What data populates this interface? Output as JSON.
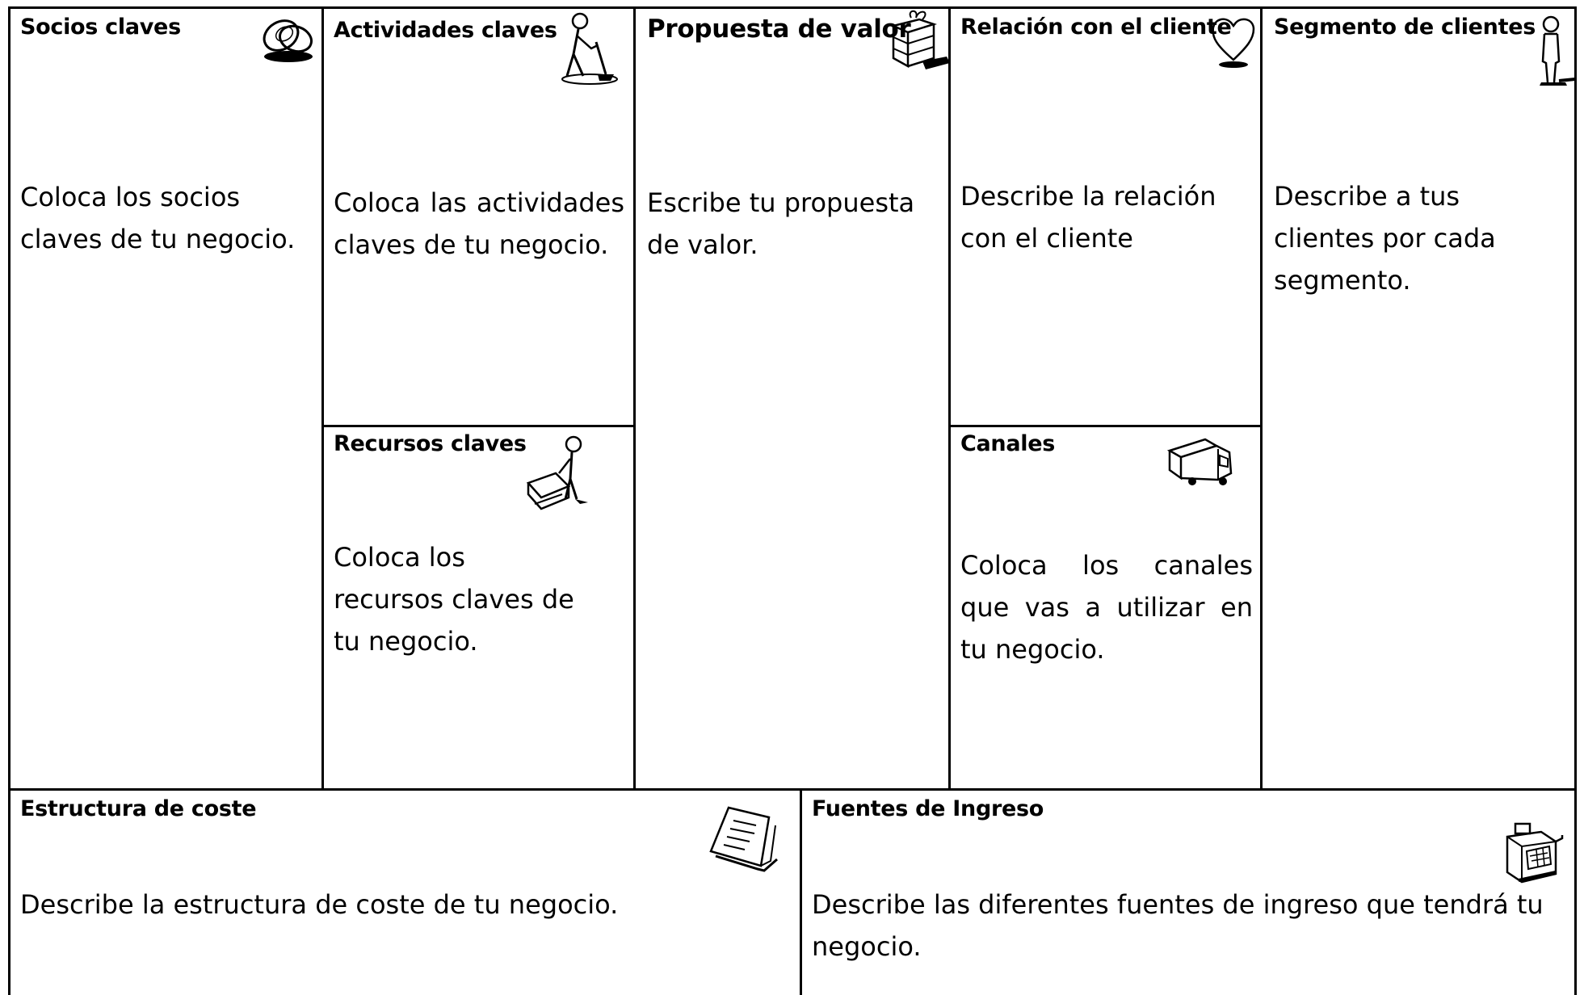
{
  "canvas": {
    "socios": {
      "title": "Socios claves",
      "text": "Coloca los socios claves de tu negocio.",
      "icon": "rings-icon"
    },
    "actividades": {
      "title": "Actividades claves",
      "text": "Coloca las actividades claves de tu negocio.",
      "icon": "digging-person-icon"
    },
    "recursos": {
      "title": "Recursos claves",
      "text": "Coloca los recursos claves de tu negocio.",
      "icon": "person-with-machine-icon"
    },
    "propuesta": {
      "title": "Propuesta de valor",
      "text": "Escribe tu propuesta de valor.",
      "icon": "gift-box-icon"
    },
    "relacion": {
      "title": "Relación con el cliente",
      "text": "Describe la relación con el cliente",
      "icon": "heart-icon"
    },
    "canales": {
      "title": "Canales",
      "text": "Coloca los canales que vas a utilizar en tu negocio.",
      "icon": "truck-icon"
    },
    "segmento": {
      "title": "Segmento de clientes",
      "text": "Describe a tus clientes por cada segmento.",
      "icon": "standing-person-icon"
    },
    "coste": {
      "title": "Estructura de coste",
      "text": "Describe la estructura de coste de tu negocio.",
      "icon": "receipt-papers-icon"
    },
    "ingresos": {
      "title": "Fuentes de Ingreso",
      "text": "Describe las diferentes fuentes de ingreso que tendrá tu negocio.",
      "icon": "cash-register-icon"
    }
  }
}
